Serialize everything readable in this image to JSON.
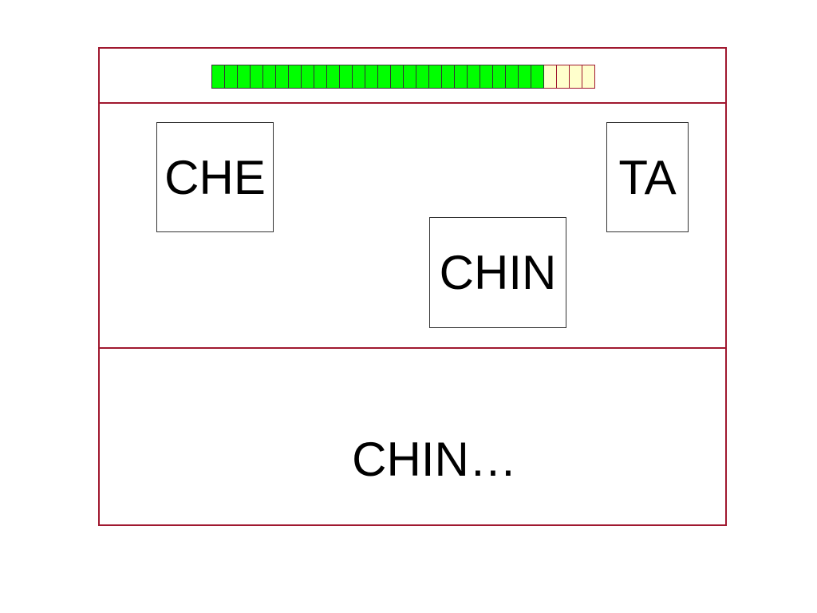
{
  "progress": {
    "filled_segments": 26,
    "total_segments": 30,
    "filled_color": "#00ff00",
    "empty_color": "#ffffcc"
  },
  "tiles": [
    {
      "label": "CHE"
    },
    {
      "label": "TA"
    },
    {
      "label": "CHIN"
    }
  ],
  "answer": {
    "text": "CHIN…"
  },
  "colors": {
    "frame": "#a0182f"
  }
}
